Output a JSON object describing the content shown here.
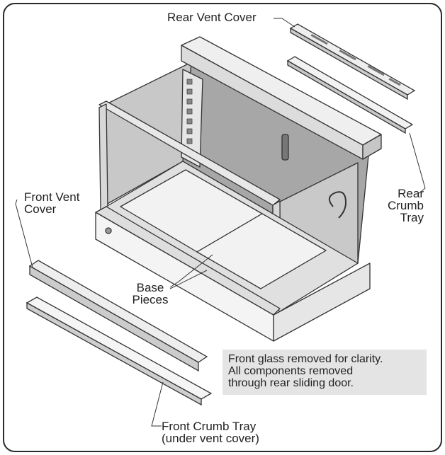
{
  "labels": {
    "rear_vent_cover": "Rear Vent Cover",
    "rear_crumb_tray": [
      "Rear",
      "Crumb",
      "Tray"
    ],
    "front_vent_cover": [
      "Front Vent",
      "Cover"
    ],
    "base_pieces": [
      "Base",
      "Pieces"
    ],
    "front_crumb_tray": [
      "Front Crumb Tray",
      "(under vent cover)"
    ]
  },
  "note": [
    "Front glass removed for clarity.",
    "All components removed",
    "through rear sliding door."
  ]
}
